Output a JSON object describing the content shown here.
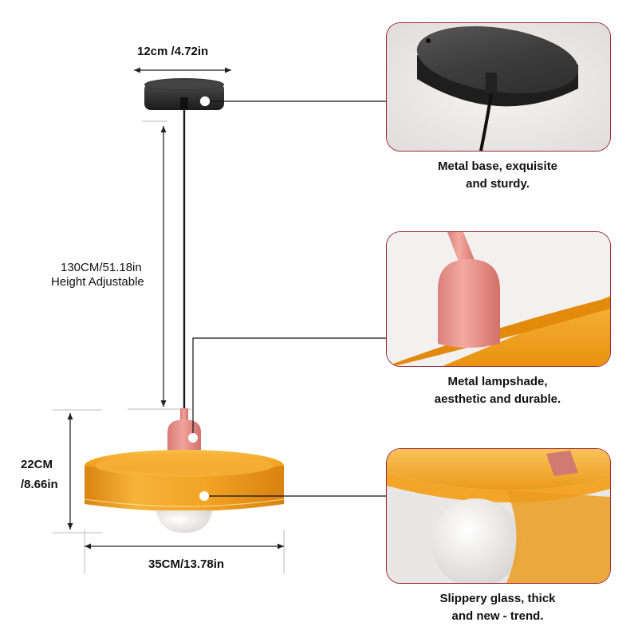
{
  "dimensions": {
    "base_width": "12cm /4.72in",
    "cord_length": "130CM/51.18in",
    "cord_note": "Height Adjustable",
    "shade_height_line1": "22CM",
    "shade_height_line2": "/8.66in",
    "shade_width": "35CM/13.78in"
  },
  "details": [
    {
      "caption_line1": "Metal base, exquisite",
      "caption_line2": "and sturdy."
    },
    {
      "caption_line1": "Metal lampshade,",
      "caption_line2": "aesthetic and durable."
    },
    {
      "caption_line1": "Slippery glass, thick",
      "caption_line2": "and new - trend."
    }
  ],
  "colors": {
    "shade_orange": "#f0a020",
    "holder_pink": "#e8928a",
    "base_black": "#2a2a2a",
    "panel_border": "#9a2a3a"
  }
}
